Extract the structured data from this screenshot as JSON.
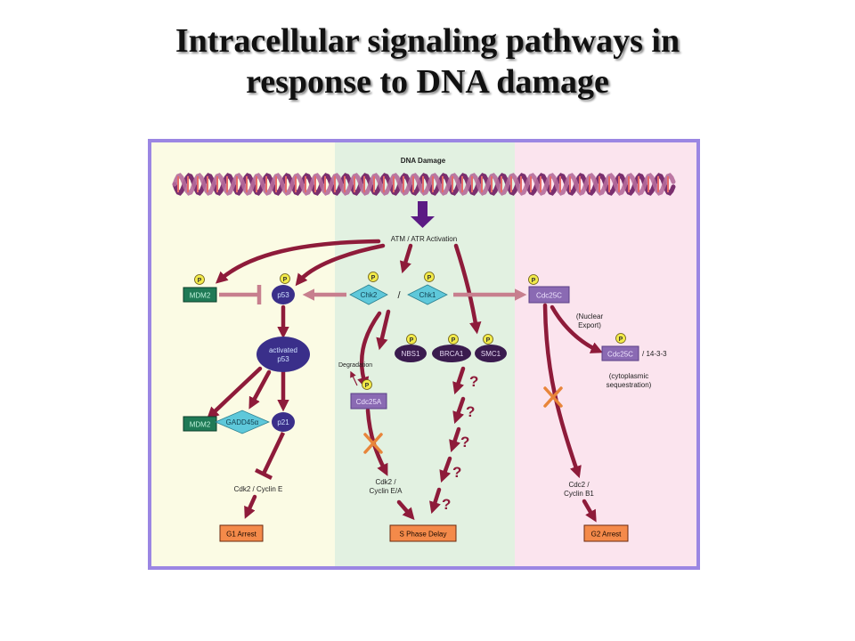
{
  "slide": {
    "title_line1": "Intracellular signaling pathways in",
    "title_line2": "response to DNA damage"
  },
  "diagram": {
    "dna_label": "DNA Damage",
    "atm_atr": "ATM / ATR Activation",
    "phospho_mark": "P",
    "mdm2": "MDM2",
    "p53": "p53",
    "chk2": "Chk2",
    "slash": "/",
    "chk1": "Chk1",
    "cdc25c": "Cdc25C",
    "activated_p53_line1": "activated",
    "activated_p53_line2": "p53",
    "mdm2_lower": "MDM2",
    "gadd45": "GADD45α",
    "p21": "p21",
    "cdk2_cyclin_e": "Cdk2 / Cyclin E",
    "g1_arrest": "G1 Arrest",
    "degradation": "Degradation",
    "cdc25a": "Cdc25A",
    "nbs1": "NBS1",
    "brca1": "BRCA1",
    "smc1": "SMC1",
    "question": "?",
    "cdk2_cyclin_ea_line1": "Cdk2 /",
    "cdk2_cyclin_ea_line2": "Cyclin E/A",
    "s_phase_delay": "S Phase Delay",
    "nuclear_export_line1": "(Nuclear",
    "nuclear_export_line2": "Export)",
    "cdc25c_cyto": "Cdc25C",
    "fourteen_3_3": "/ 14-3-3",
    "cyto_seq_line1": "(cytoplasmic",
    "cyto_seq_line2": "sequestration)",
    "cdc2_cyclin_b1_line1": "Cdc2 /",
    "cdc2_cyclin_b1_line2": "Cyclin B1",
    "g2_arrest": "G2 Arrest"
  },
  "colors": {
    "frame": "#9b86e3",
    "panel_left": "#fbfbe4",
    "panel_mid": "#e2f1e1",
    "panel_right": "#fbe4ee",
    "arrow_red": "#8e1b3a",
    "arrow_pink": "#c77f8e",
    "arrow_purple": "#5b1b84",
    "node_green": "#1f7a56",
    "node_navy": "#3a2f8a",
    "node_cyan": "#5ec8da",
    "node_purple": "#8a6ab3",
    "node_orange": "#f48a4a",
    "dna_strand": "#7a2f6e"
  }
}
